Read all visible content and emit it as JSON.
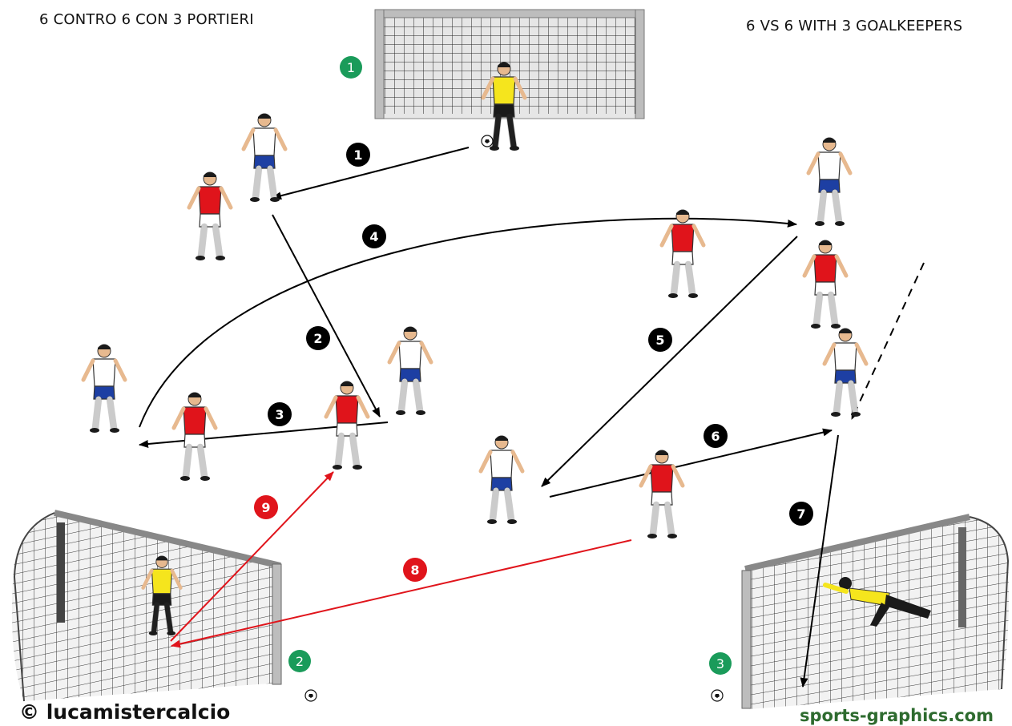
{
  "title_it": "6 CONTRO 6 CON 3 PORTIERI",
  "title_en": "6 VS 6 WITH 3 GOALKEEPERS",
  "credit_left": "© lucamistercalcio",
  "credit_right": "sports-graphics.com",
  "goal_badges": [
    {
      "label": "1"
    },
    {
      "label": "2"
    },
    {
      "label": "3"
    }
  ],
  "steps": [
    {
      "label": "1",
      "type": "pass"
    },
    {
      "label": "2",
      "type": "pass"
    },
    {
      "label": "3",
      "type": "pass"
    },
    {
      "label": "4",
      "type": "pass"
    },
    {
      "label": "5",
      "type": "pass"
    },
    {
      "label": "6",
      "type": "pass"
    },
    {
      "label": "7",
      "type": "shot"
    },
    {
      "label": "8",
      "type": "keeper-distribution"
    },
    {
      "label": "9",
      "type": "keeper-distribution"
    }
  ],
  "colors": {
    "step_badge": "#000000",
    "keeper_step_badge": "#e0141b",
    "goal_badge": "#1a9b5a",
    "team_white": "#ffffff",
    "team_red": "#e0141b",
    "shorts_blue": "#1d3fa3",
    "goalkeeper": "#f5e51d",
    "credit_right": "#2e6b2f"
  }
}
